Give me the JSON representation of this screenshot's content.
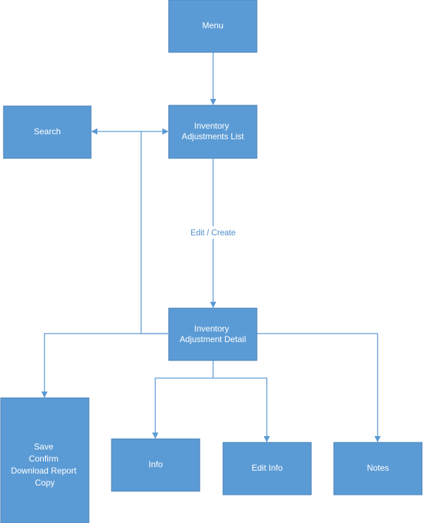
{
  "colors": {
    "node_fill": "#5b9bd5",
    "edge": "#5b9bd5",
    "node_text": "#ffffff",
    "label_text": "#4f8ccb"
  },
  "nodes": {
    "menu": [
      "Menu"
    ],
    "inventory_list": [
      "Inventory",
      "Adjustments List"
    ],
    "search": [
      "Search"
    ],
    "inventory_detail": [
      "Inventory",
      "Adjustment Detail"
    ],
    "actions": [
      "Save",
      "Confirm",
      "Download Report",
      "Copy"
    ],
    "info": [
      "Info"
    ],
    "edit_info": [
      "Edit Info"
    ],
    "notes": [
      "Notes"
    ]
  },
  "edge_labels": {
    "edit_create": "Edit / Create"
  }
}
